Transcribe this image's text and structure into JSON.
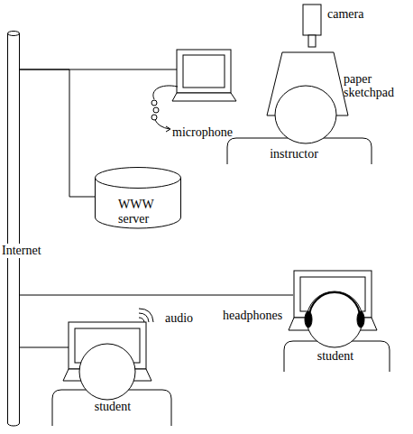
{
  "diagram": {
    "nodes": [
      {
        "text": [
          "Internet"
        ]
      },
      {
        "text": [
          "WWW server"
        ]
      },
      {
        "text": [
          "instructor"
        ]
      },
      {
        "text": [
          "student"
        ]
      },
      {
        "text": [
          "student"
        ]
      }
    ],
    "edges": [
      {
        "from": 0,
        "to": 2,
        "arrow": "none"
      },
      {
        "from": 0,
        "to": 1,
        "arrow": "none"
      },
      {
        "from": 0,
        "to": 3,
        "arrow": "none"
      },
      {
        "from": 0,
        "to": 4,
        "arrow": "none"
      }
    ],
    "labels": [
      "camera",
      "paper sketchpad",
      "microphone",
      "audio",
      "headphones"
    ]
  }
}
